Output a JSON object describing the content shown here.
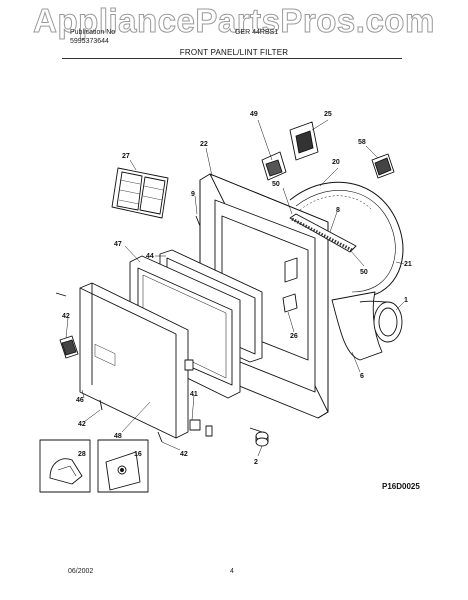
{
  "header": {
    "watermark": "AppliancePartsPros.com",
    "publication_line": "Publication No",
    "publication_number": "5995373644",
    "model": "GER 44RBS1",
    "title": "FRONT PANEL/LINT FILTER"
  },
  "diagram": {
    "callouts": {
      "c49": "49",
      "c25": "25",
      "c58": "58",
      "c27": "27",
      "c22": "22",
      "c20": "20",
      "c9": "9",
      "c50a": "50",
      "c8": "8",
      "c47": "47",
      "c44": "44",
      "c21": "21",
      "c50b": "50",
      "c1": "1",
      "c42a": "42",
      "c26": "26",
      "c6": "6",
      "c46": "46",
      "c41": "41",
      "c42b": "42",
      "c48": "48",
      "c42c": "42",
      "c2": "2",
      "c28": "28",
      "c16": "16"
    }
  },
  "footer": {
    "code": "P16D0025",
    "date": "06/2002",
    "page": "4"
  }
}
